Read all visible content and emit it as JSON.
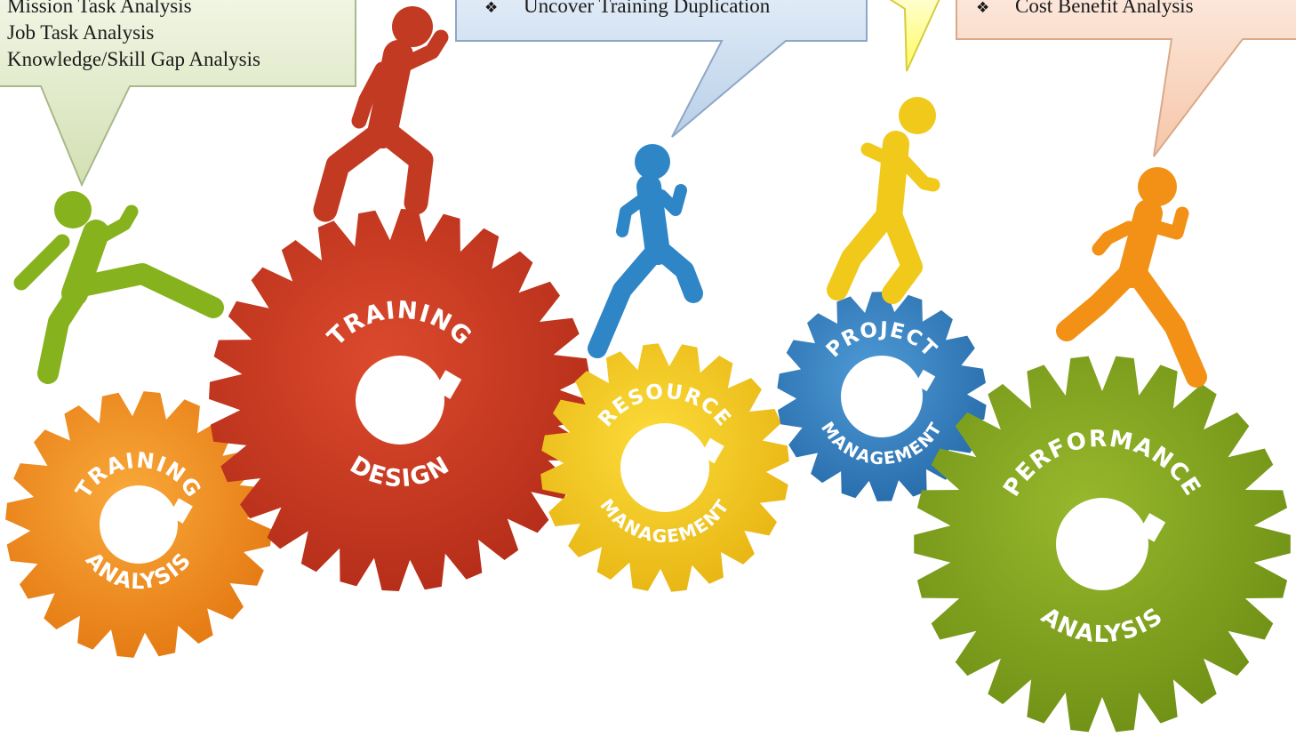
{
  "callouts": {
    "training_analysis": {
      "lines": [
        "Mission Task Analysis",
        "Job Task Analysis",
        "Knowledge/Skill Gap Analysis"
      ]
    },
    "training_design": {
      "lines": [
        "Uncover Training Duplication"
      ],
      "bullet": "❖"
    },
    "performance_analysis": {
      "lines": [
        "Cost Benefit Analysis"
      ],
      "bullet": "❖"
    }
  },
  "gears": {
    "training_analysis": {
      "top": "TRAINING",
      "bottom": "ANALYSIS",
      "color": "#f08a1c"
    },
    "training_design": {
      "top": "TRAINING",
      "bottom": "DESIGN",
      "color": "#c9351f"
    },
    "resource_management": {
      "top": "RESOURCE",
      "bottom": "MANAGEMENT",
      "color": "#f2c51c"
    },
    "project_management": {
      "top": "PROJECT",
      "bottom": "MANAGEMENT",
      "color": "#2f7fc0"
    },
    "performance_analysis": {
      "top": "PERFORMANCE",
      "bottom": "ANALYSIS",
      "color": "#7fa21b"
    }
  },
  "runner_colors": {
    "green": "#86b21e",
    "red": "#c23a22",
    "blue": "#2f86c7",
    "yellow": "#f0c91a",
    "orange": "#f39016"
  }
}
